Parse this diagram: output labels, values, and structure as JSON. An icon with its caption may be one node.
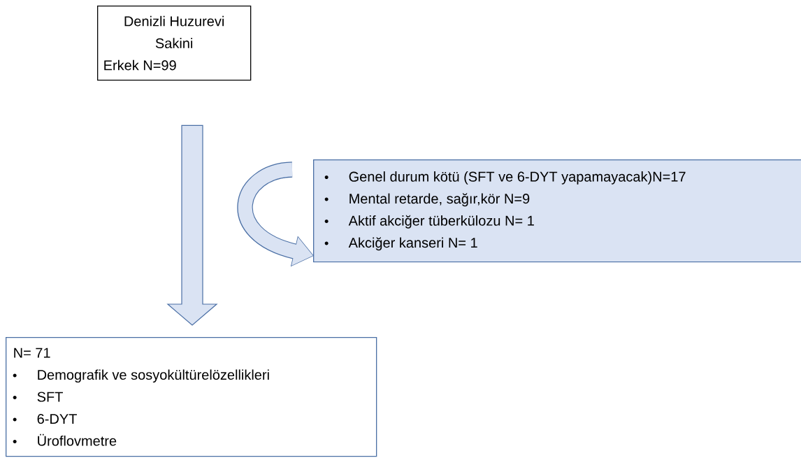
{
  "diagram": {
    "nodes": [
      {
        "text": [
          "Denizli Huzurevi Sakini",
          "Erkek N=99"
        ]
      },
      {
        "text": [
          "Genel durum kötü (SFT ve 6-DYT yapamayacak)N=17",
          "Mental retarde, sağır,kör N=9",
          "Aktif akciğer tüberkülozu N= 1",
          "Akciğer kanseri N= 1"
        ]
      },
      {
        "text": [
          "N= 71",
          "Demografik ve sosyokültürelözellikleri",
          "SFT",
          "6-DYT",
          "Üroflovmetre"
        ]
      }
    ],
    "edges": [
      {
        "from": 0,
        "to": 2,
        "arrow": "to"
      },
      {
        "from": null,
        "to": 1,
        "arrow": "to"
      }
    ]
  }
}
